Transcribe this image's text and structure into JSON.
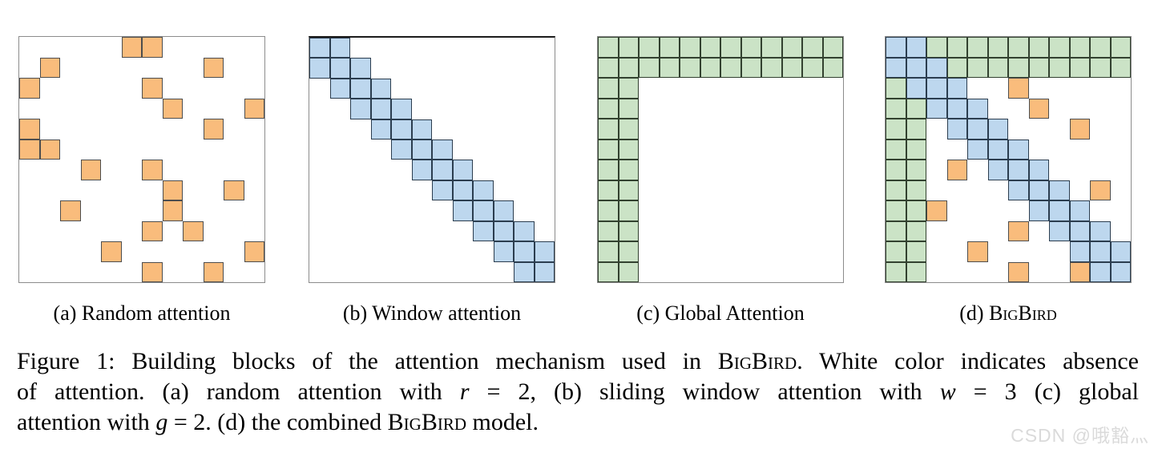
{
  "colors": {
    "orange": {
      "fill": "#F9BC7C",
      "border": "#4d4d4d"
    },
    "blue": {
      "fill": "#BDD7EE",
      "border": "#2b3d4f"
    },
    "green": {
      "fill": "#CBE3C6",
      "border": "#32412f"
    },
    "panel_border": "#8c8c8c",
    "text": "#000000",
    "watermark": "#dadada"
  },
  "panels": [
    {
      "key": "a",
      "caption": [
        {
          "t": "(a) Random attention"
        }
      ],
      "grid_size": 12,
      "cells": [
        {
          "color": "orange",
          "pts": [
            [
              5,
              0
            ],
            [
              6,
              0
            ],
            [
              1,
              1
            ],
            [
              9,
              1
            ],
            [
              0,
              2
            ],
            [
              6,
              2
            ],
            [
              7,
              3
            ],
            [
              11,
              3
            ],
            [
              0,
              4
            ],
            [
              9,
              4
            ],
            [
              0,
              5
            ],
            [
              1,
              5
            ],
            [
              3,
              6
            ],
            [
              6,
              6
            ],
            [
              7,
              7
            ],
            [
              10,
              7
            ],
            [
              2,
              8
            ],
            [
              7,
              8
            ],
            [
              6,
              9
            ],
            [
              8,
              9
            ],
            [
              4,
              10
            ],
            [
              11,
              10
            ],
            [
              6,
              11
            ],
            [
              9,
              11
            ]
          ]
        }
      ]
    },
    {
      "key": "b",
      "caption": [
        {
          "t": "(b) Window attention"
        }
      ],
      "grid_size": 12,
      "cells": [
        {
          "color": "blue",
          "pts": [
            [
              0,
              0
            ],
            [
              1,
              0
            ],
            [
              0,
              1
            ],
            [
              1,
              1
            ],
            [
              2,
              1
            ],
            [
              1,
              2
            ],
            [
              2,
              2
            ],
            [
              3,
              2
            ],
            [
              2,
              3
            ],
            [
              3,
              3
            ],
            [
              4,
              3
            ],
            [
              3,
              4
            ],
            [
              4,
              4
            ],
            [
              5,
              4
            ],
            [
              4,
              5
            ],
            [
              5,
              5
            ],
            [
              6,
              5
            ],
            [
              5,
              6
            ],
            [
              6,
              6
            ],
            [
              7,
              6
            ],
            [
              6,
              7
            ],
            [
              7,
              7
            ],
            [
              8,
              7
            ],
            [
              7,
              8
            ],
            [
              8,
              8
            ],
            [
              9,
              8
            ],
            [
              8,
              9
            ],
            [
              9,
              9
            ],
            [
              10,
              9
            ],
            [
              9,
              10
            ],
            [
              10,
              10
            ],
            [
              11,
              10
            ],
            [
              10,
              11
            ],
            [
              11,
              11
            ]
          ]
        }
      ]
    },
    {
      "key": "c",
      "caption": [
        {
          "t": "(c) Global Attention"
        }
      ],
      "grid_size": 12,
      "cells": [
        {
          "color": "green",
          "pts": [
            [
              0,
              0
            ],
            [
              1,
              0
            ],
            [
              2,
              0
            ],
            [
              3,
              0
            ],
            [
              4,
              0
            ],
            [
              5,
              0
            ],
            [
              6,
              0
            ],
            [
              7,
              0
            ],
            [
              8,
              0
            ],
            [
              9,
              0
            ],
            [
              10,
              0
            ],
            [
              11,
              0
            ],
            [
              0,
              1
            ],
            [
              1,
              1
            ],
            [
              2,
              1
            ],
            [
              3,
              1
            ],
            [
              4,
              1
            ],
            [
              5,
              1
            ],
            [
              6,
              1
            ],
            [
              7,
              1
            ],
            [
              8,
              1
            ],
            [
              9,
              1
            ],
            [
              10,
              1
            ],
            [
              11,
              1
            ],
            [
              0,
              2
            ],
            [
              1,
              2
            ],
            [
              0,
              3
            ],
            [
              1,
              3
            ],
            [
              0,
              4
            ],
            [
              1,
              4
            ],
            [
              0,
              5
            ],
            [
              1,
              5
            ],
            [
              0,
              6
            ],
            [
              1,
              6
            ],
            [
              0,
              7
            ],
            [
              1,
              7
            ],
            [
              0,
              8
            ],
            [
              1,
              8
            ],
            [
              0,
              9
            ],
            [
              1,
              9
            ],
            [
              0,
              10
            ],
            [
              1,
              10
            ],
            [
              0,
              11
            ],
            [
              1,
              11
            ]
          ]
        }
      ]
    },
    {
      "key": "d",
      "caption": [
        {
          "t": "(d) "
        },
        {
          "t": "BigBird",
          "s": "sc"
        }
      ],
      "grid_size": 12,
      "cells": [
        {
          "color": "green",
          "pts": [
            [
              2,
              0
            ],
            [
              3,
              0
            ],
            [
              4,
              0
            ],
            [
              5,
              0
            ],
            [
              6,
              0
            ],
            [
              7,
              0
            ],
            [
              8,
              0
            ],
            [
              9,
              0
            ],
            [
              10,
              0
            ],
            [
              11,
              0
            ],
            [
              3,
              1
            ],
            [
              4,
              1
            ],
            [
              5,
              1
            ],
            [
              6,
              1
            ],
            [
              7,
              1
            ],
            [
              8,
              1
            ],
            [
              9,
              1
            ],
            [
              10,
              1
            ],
            [
              11,
              1
            ],
            [
              0,
              2
            ],
            [
              0,
              3
            ],
            [
              1,
              3
            ],
            [
              0,
              4
            ],
            [
              1,
              4
            ],
            [
              0,
              5
            ],
            [
              1,
              5
            ],
            [
              0,
              6
            ],
            [
              1,
              6
            ],
            [
              0,
              7
            ],
            [
              1,
              7
            ],
            [
              0,
              8
            ],
            [
              1,
              8
            ],
            [
              0,
              9
            ],
            [
              1,
              9
            ],
            [
              0,
              10
            ],
            [
              1,
              10
            ],
            [
              0,
              11
            ],
            [
              1,
              11
            ]
          ]
        },
        {
          "color": "blue",
          "pts": [
            [
              0,
              0
            ],
            [
              1,
              0
            ],
            [
              0,
              1
            ],
            [
              1,
              1
            ],
            [
              2,
              1
            ],
            [
              1,
              2
            ],
            [
              2,
              2
            ],
            [
              3,
              2
            ],
            [
              2,
              3
            ],
            [
              3,
              3
            ],
            [
              4,
              3
            ],
            [
              3,
              4
            ],
            [
              4,
              4
            ],
            [
              5,
              4
            ],
            [
              4,
              5
            ],
            [
              5,
              5
            ],
            [
              6,
              5
            ],
            [
              5,
              6
            ],
            [
              6,
              6
            ],
            [
              7,
              6
            ],
            [
              6,
              7
            ],
            [
              7,
              7
            ],
            [
              8,
              7
            ],
            [
              7,
              8
            ],
            [
              8,
              8
            ],
            [
              9,
              8
            ],
            [
              8,
              9
            ],
            [
              9,
              9
            ],
            [
              10,
              9
            ],
            [
              9,
              10
            ],
            [
              10,
              10
            ],
            [
              11,
              10
            ],
            [
              10,
              11
            ],
            [
              11,
              11
            ]
          ]
        },
        {
          "color": "orange",
          "pts": [
            [
              6,
              2
            ],
            [
              7,
              3
            ],
            [
              9,
              4
            ],
            [
              3,
              6
            ],
            [
              10,
              7
            ],
            [
              2,
              8
            ],
            [
              6,
              9
            ],
            [
              4,
              10
            ],
            [
              6,
              11
            ],
            [
              9,
              11
            ]
          ]
        }
      ]
    }
  ],
  "figure_caption": {
    "lines": [
      [
        {
          "t": "Figure 1: Building blocks of the attention mechanism used in "
        },
        {
          "t": "BigBird",
          "s": "sc"
        },
        {
          "t": ". White color indicates absence"
        }
      ],
      [
        {
          "t": "of attention. (a) random attention with "
        },
        {
          "t": "r",
          "s": "it"
        },
        {
          "t": " = 2, (b) sliding window attention with "
        },
        {
          "t": "w",
          "s": "it"
        },
        {
          "t": " = 3 (c) global"
        }
      ],
      [
        {
          "t": "attention with "
        },
        {
          "t": "g",
          "s": "it"
        },
        {
          "t": " = 2. (d) the combined "
        },
        {
          "t": "BigBird",
          "s": "sc"
        },
        {
          "t": " model."
        }
      ]
    ]
  },
  "watermark": {
    "text": "CSDN @哦豁灬"
  }
}
